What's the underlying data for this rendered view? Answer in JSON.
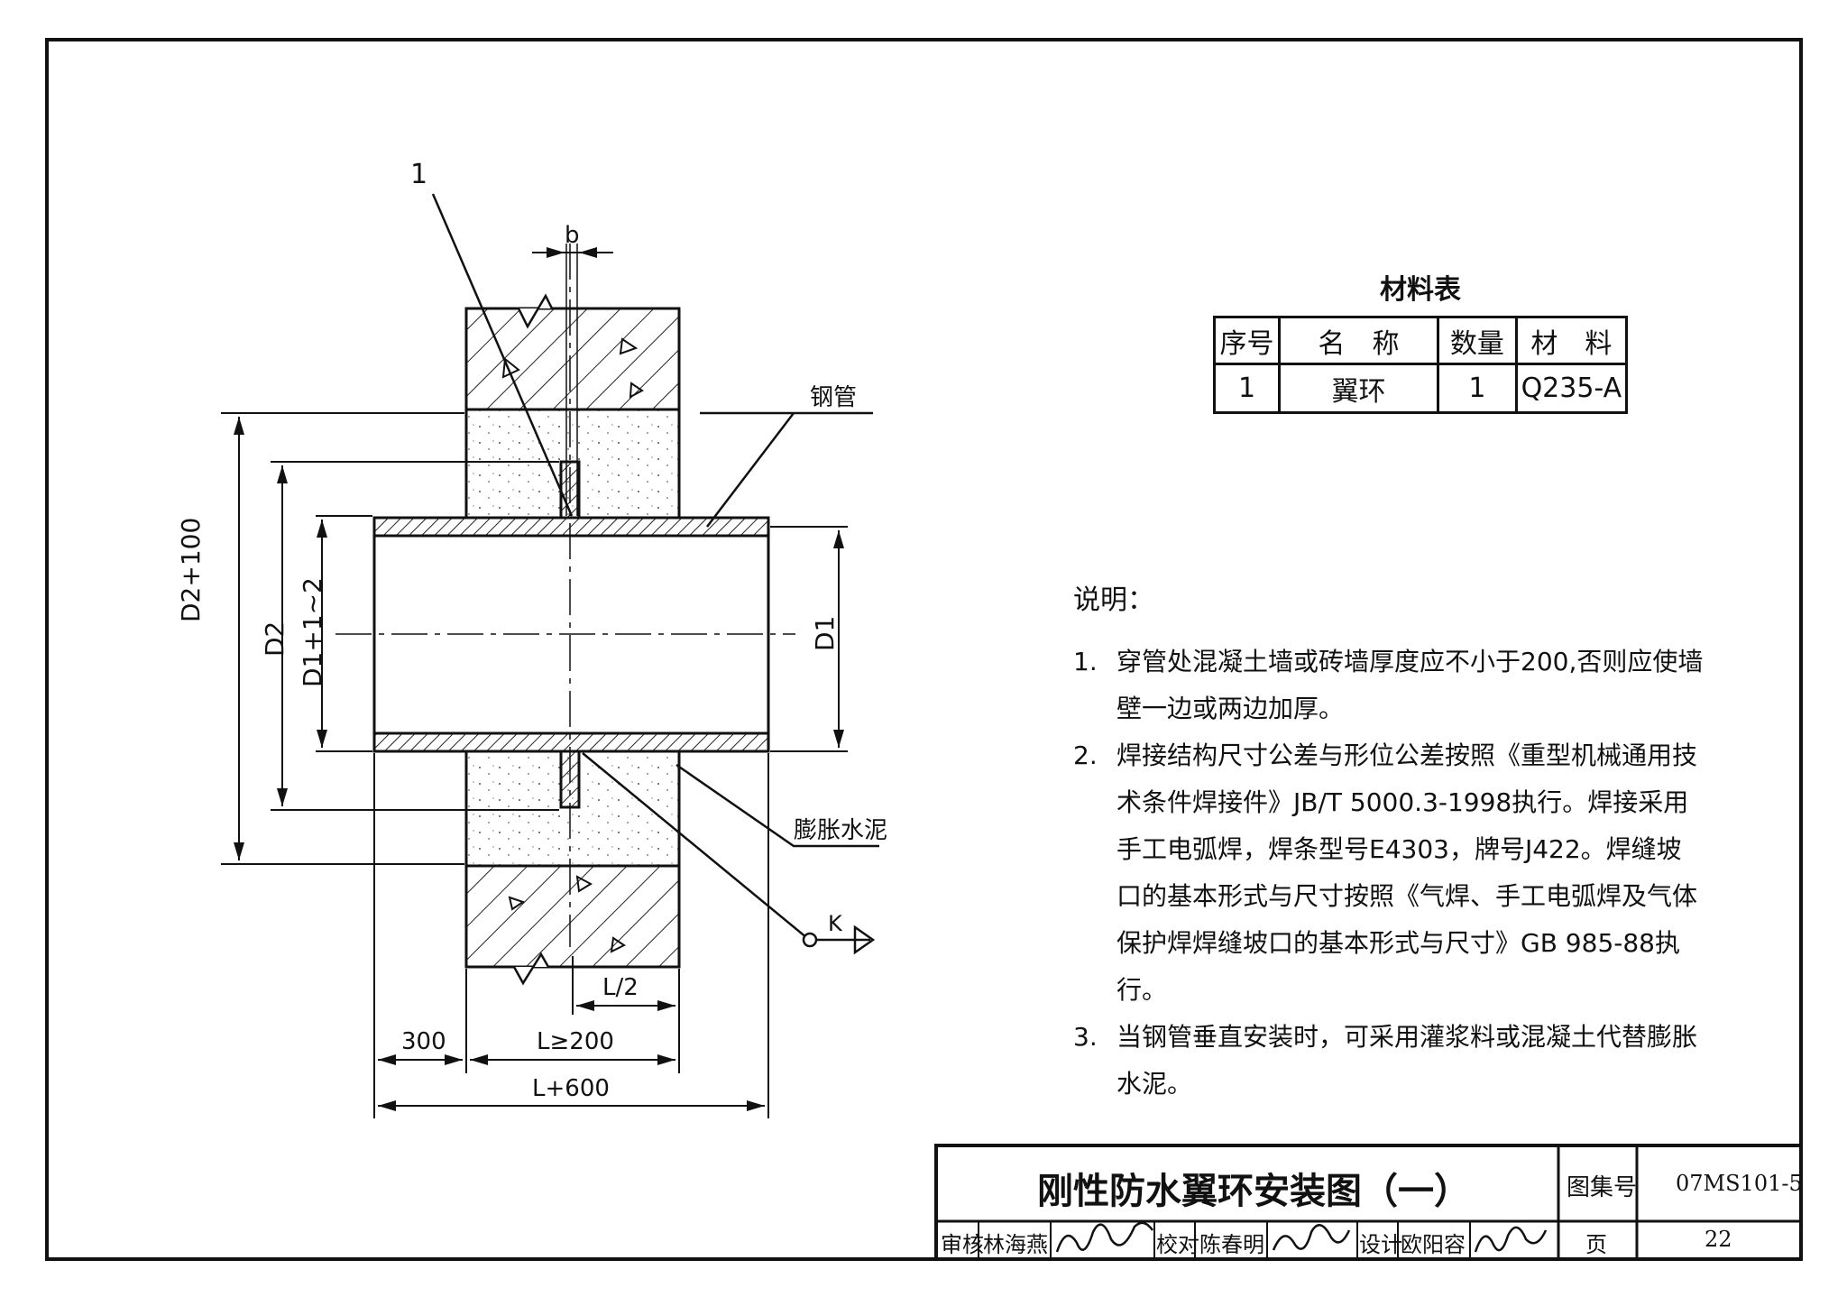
{
  "drawing": {
    "callout_1": "1",
    "dim_b": "b",
    "label_steel_pipe": "钢管",
    "label_expansion_cement": "膨胀水泥",
    "label_weld_k": "K",
    "dim_d2_100": "D2+100",
    "dim_d2": "D2",
    "dim_d1_12": "D1+1~2",
    "dim_d1": "D1",
    "dim_l_half": "L/2",
    "dim_300": "300",
    "dim_l200": "L≥200",
    "dim_l600": "L+600"
  },
  "material_table": {
    "title": "材料表",
    "headers": [
      "序号",
      "名　称",
      "数量",
      "材　料"
    ],
    "rows": [
      [
        "1",
        "翼环",
        "1",
        "Q235-A"
      ]
    ]
  },
  "notes": {
    "heading": "说明：",
    "items": [
      {
        "num": "1.",
        "text": "穿管处混凝土墙或砖墙厚度应不小于200,否则应使墙壁一边或两边加厚。"
      },
      {
        "num": "2.",
        "text": "焊接结构尺寸公差与形位公差按照《重型机械通用技术条件焊接件》JB/T 5000.3-1998执行。焊接采用手工电弧焊，焊条型号E4303，牌号J422。焊缝坡口的基本形式与尺寸按照《气焊、手工电弧焊及气体保护焊焊缝坡口的基本形式与尺寸》GB 985-88执行。"
      },
      {
        "num": "3.",
        "text": "当钢管垂直安装时，可采用灌浆料或混凝土代替膨胀水泥。"
      }
    ]
  },
  "title_block": {
    "title": "刚性防水翼环安装图（一）",
    "atlas_label": "图集号",
    "atlas_no": "07MS101-5",
    "review_label": "审核",
    "reviewer": "林海燕",
    "check_label": "校对",
    "checker": "陈春明",
    "design_label": "设计",
    "designer": "欧阳容",
    "page_label": "页",
    "page_no": "22"
  }
}
